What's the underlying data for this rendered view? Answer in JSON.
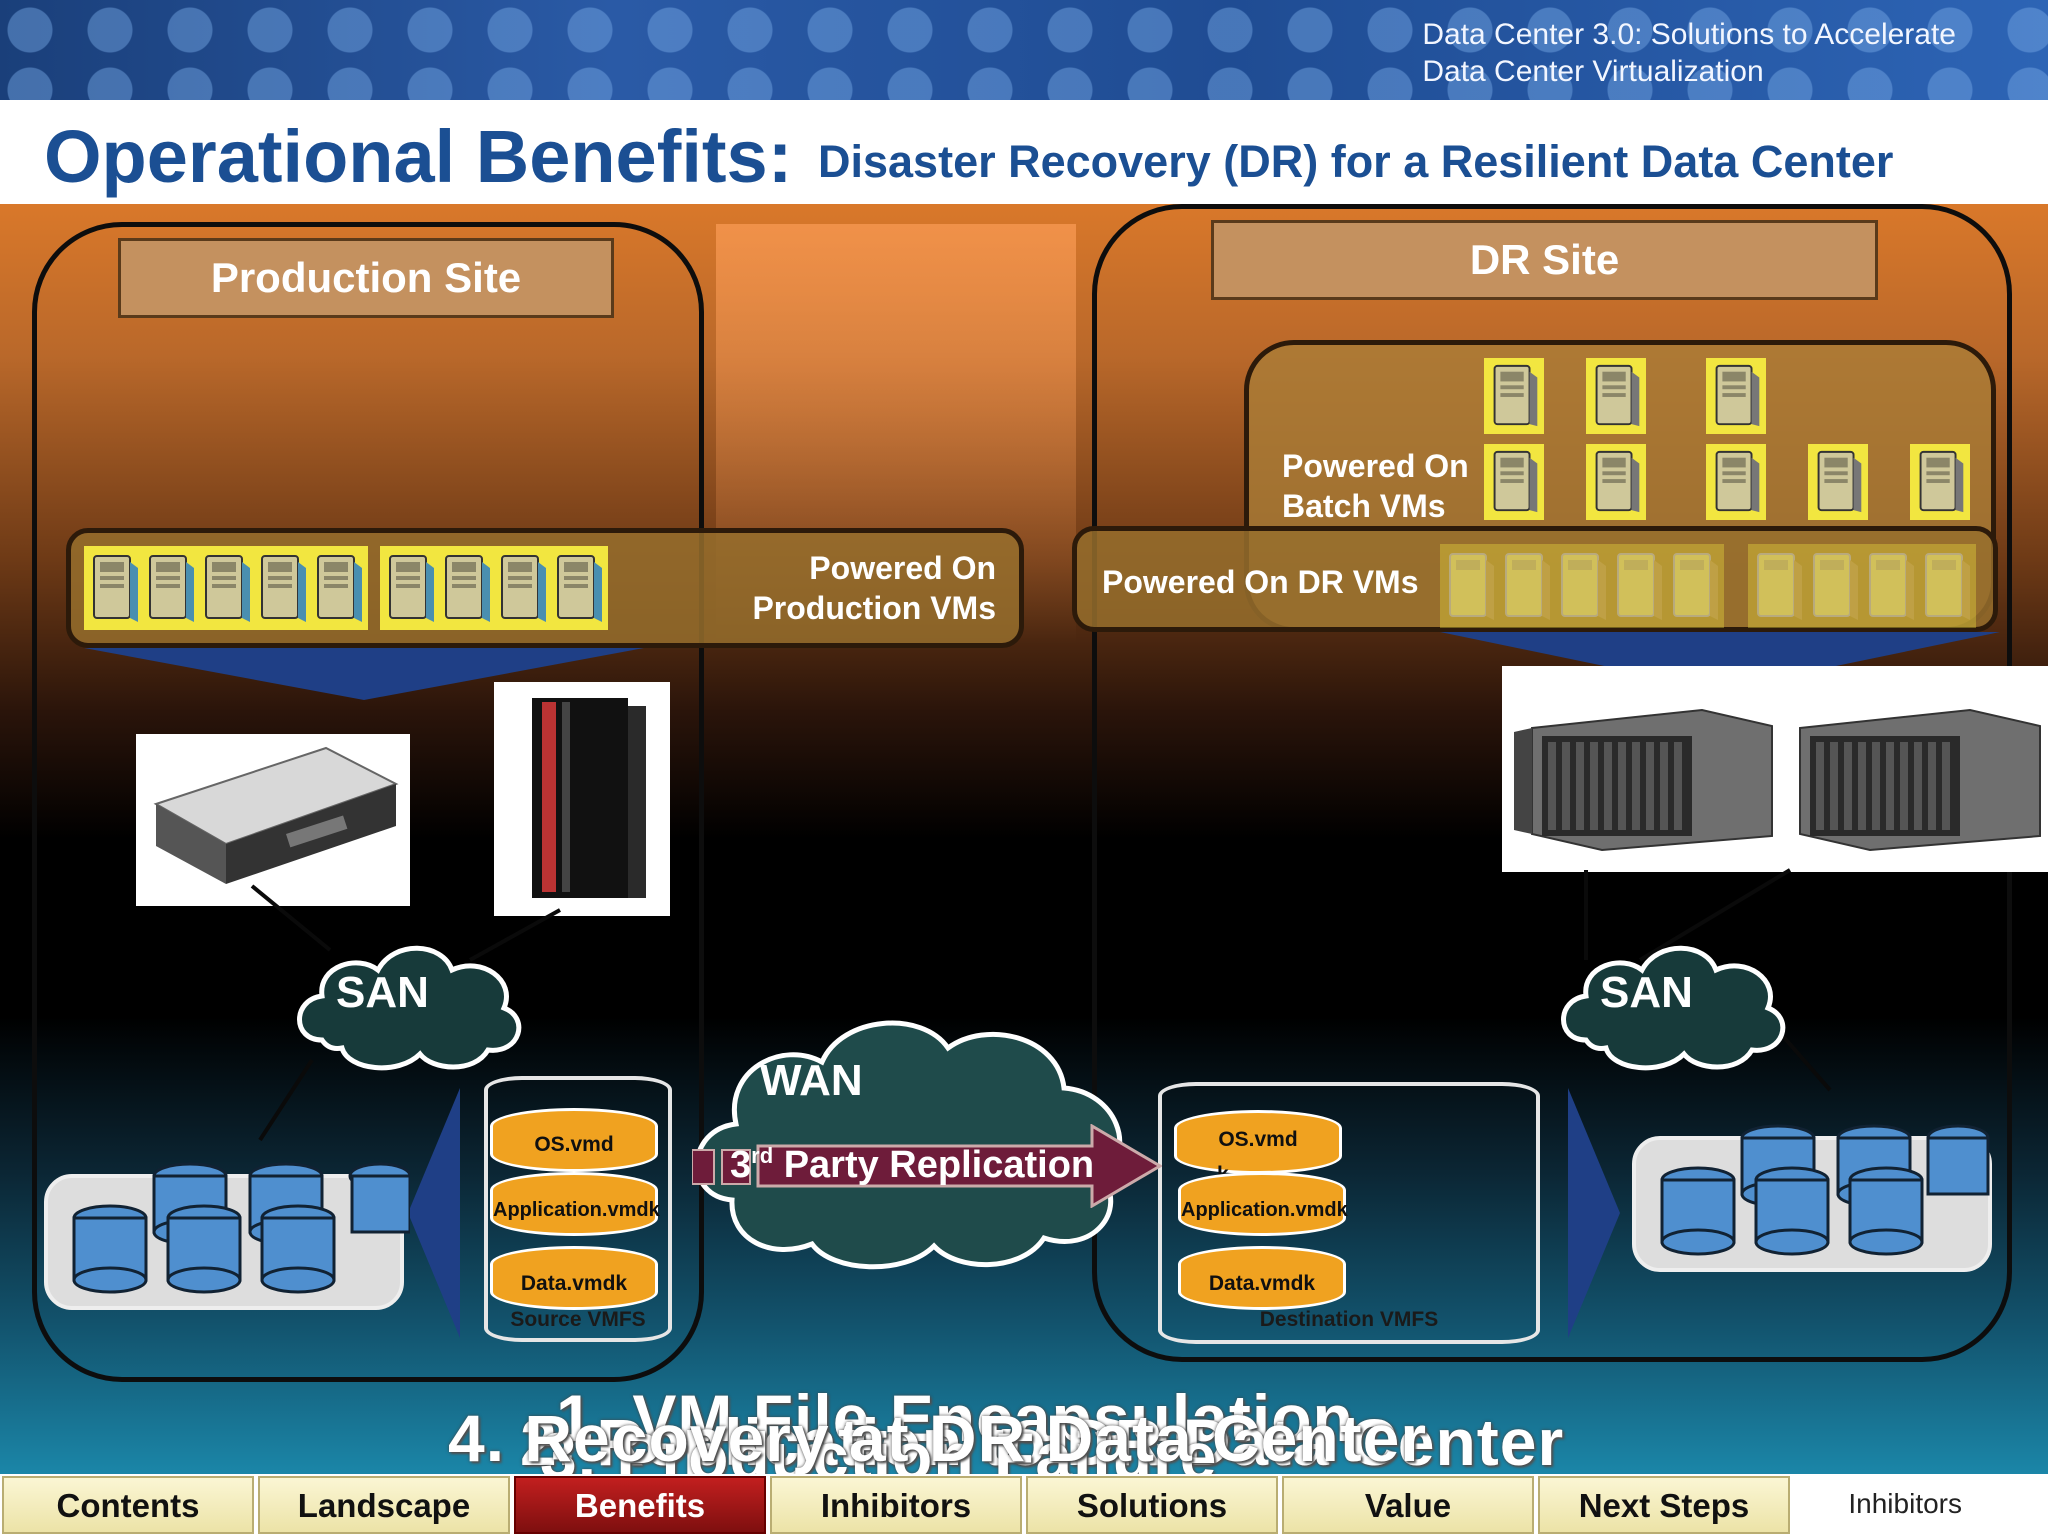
{
  "header": {
    "deck_title_line1": "Data Center 3.0: Solutions to Accelerate",
    "deck_title_line2": "Data Center Virtualization",
    "title": "Operational Benefits:",
    "subtitle": "Disaster Recovery (DR) for a Resilient Data Center"
  },
  "diagram": {
    "production_site": "Production Site",
    "dr_site": "DR Site",
    "powered_on_production_line1": "Powered On",
    "powered_on_production_line2": "Production VMs",
    "powered_on_batch_line1": "Powered On",
    "powered_on_batch_line2": "Batch VMs",
    "powered_on_dr": "Powered On DR VMs",
    "san_left": "SAN",
    "san_right": "SAN",
    "wan": "WAN",
    "replication_prefix": "3",
    "replication_sup": "rd",
    "replication_rest": " Party Replication",
    "source": {
      "os": "OS.vmd",
      "app": "Application.vmdk",
      "data": "Data.vmdk",
      "caption": "Source VMFS"
    },
    "destination": {
      "os": "OS.vmd",
      "os_extra": "k",
      "app": "Application.vmdk",
      "data": "Data.vmdk",
      "caption": "Destination VMFS"
    },
    "overlapping_steps": [
      "1. VM File Encapsulation",
      "2. Replication to DR Data Center",
      "3. Production Failure",
      "4. Recovery at DR Data Center"
    ]
  },
  "nav": {
    "tabs": [
      "Contents",
      "Landscape",
      "Benefits",
      "Inhibitors",
      "Solutions",
      "Value",
      "Next Steps"
    ],
    "active": "Benefits",
    "current_section": "Inhibitors"
  },
  "colors": {
    "title_blue": "#1b4f93",
    "tab_active": "#c21f1f",
    "vmdk_orange": "#f0a220",
    "disk_blue": "#4f8fcf"
  }
}
